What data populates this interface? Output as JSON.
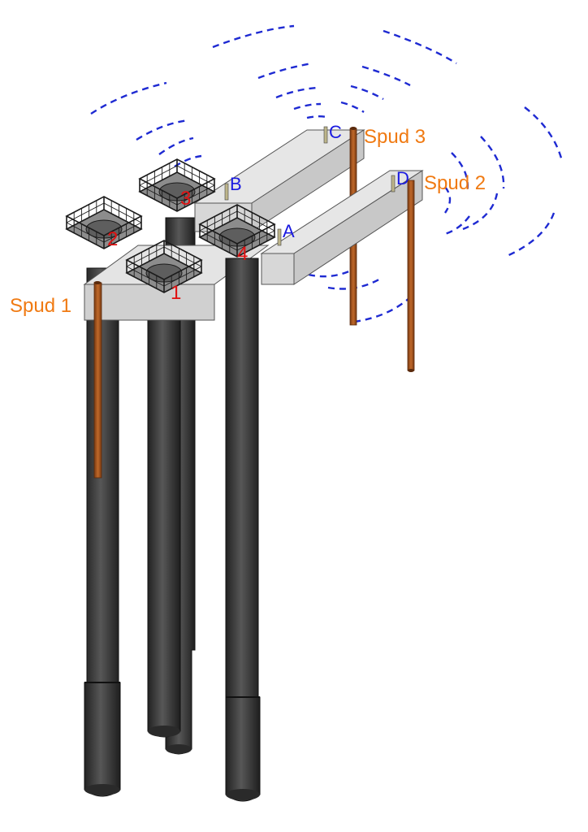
{
  "labels": {
    "spuds": [
      "Spud 1",
      "Spud 2",
      "Spud 3"
    ],
    "corners": [
      "A",
      "B",
      "C",
      "D"
    ],
    "piles": [
      "1",
      "2",
      "3",
      "4"
    ]
  },
  "colors": {
    "spud_label": "#f07a12",
    "corner_label": "#1a1ae0",
    "pile_label": "#e01010",
    "wave": "#1e2ad2",
    "pile": "#3d3d3d",
    "spud": "#a9541c",
    "barge_top": "#e6e6e6",
    "barge_side": "#c7c7c7",
    "frame": "#1b1b1b"
  }
}
